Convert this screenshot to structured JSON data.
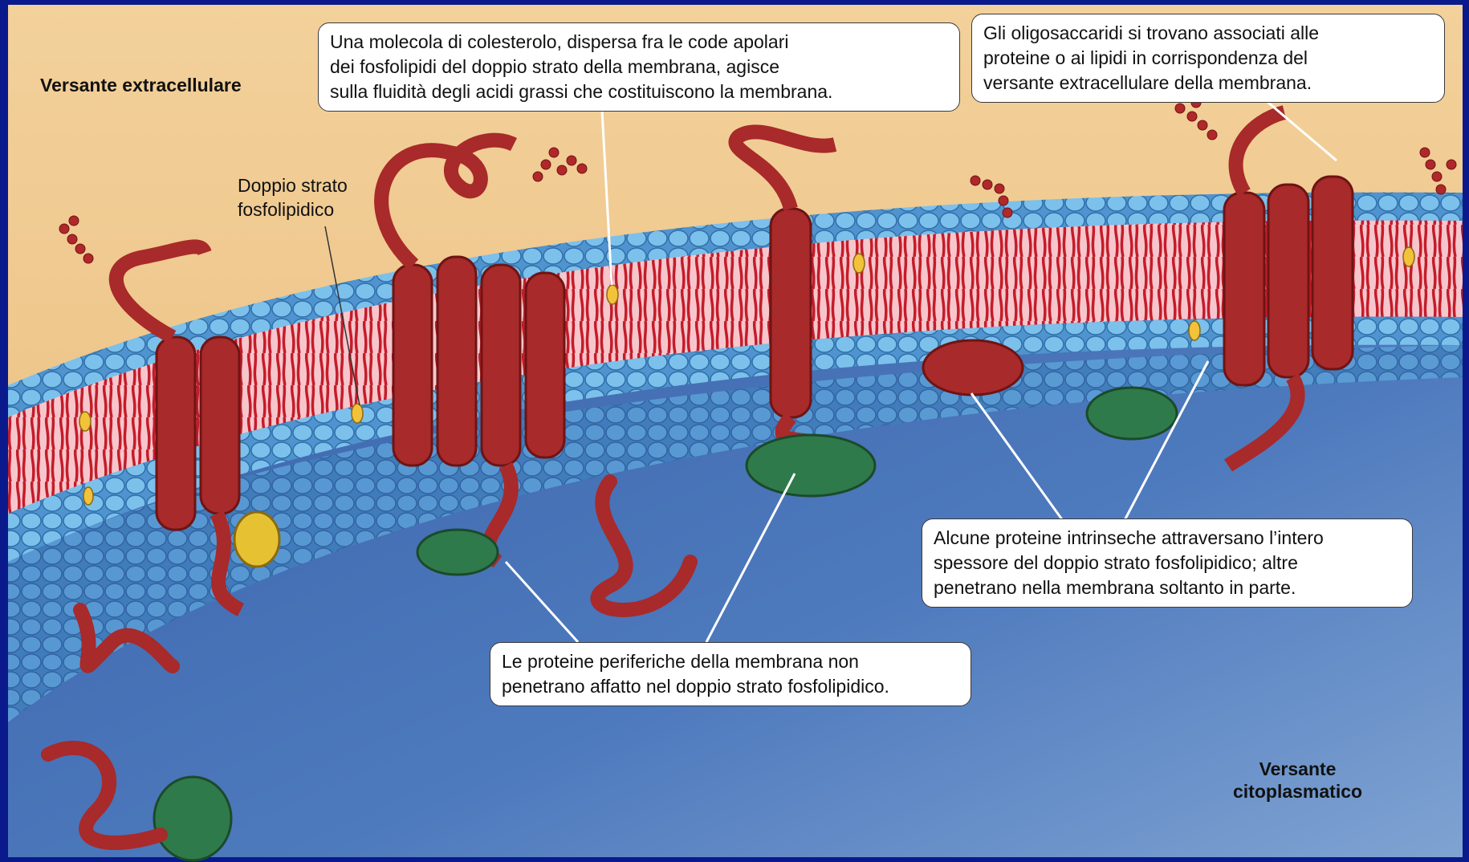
{
  "labels": {
    "extracellular": "Versante extracellulare",
    "bilayer": "Doppio strato\nfosfolipidico",
    "cytoplasmic": "Versante\ncitoplasmatico"
  },
  "callouts": {
    "cholesterol": "Una molecola di colesterolo, dispersa fra le code apolari\ndei fosfolipidi del doppio strato della membrana, agisce\nsulla fluidità degli acidi grassi che costituiscono la membrana.",
    "oligosaccharides": "Gli oligosaccaridi si trovano associati alle\nproteine o ai lipidi in corrispondenza del\nversante extracellulare della membrana.",
    "intrinsic_proteins": "Alcune proteine intrinseche attraversano l’intero\nspessore del doppio strato fosfolipidico; altre\npenetrano nella membrana soltanto in parte.",
    "peripheral_proteins": "Le proteine periferiche della membrana non\npenetrano affatto nel doppio strato fosfolipidico."
  },
  "colors": {
    "frame": "#0a1a8c",
    "extracellular": "#f0c98a",
    "cytoplasm": "#4a74b8",
    "head_blue": "#6fb4e4",
    "tail_red": "#c81e2a",
    "tail_pink": "#f6c2c8",
    "protein": "#a82a2a",
    "peripheral_green": "#2f7a4a",
    "cholesterol": "#f2c23a"
  }
}
